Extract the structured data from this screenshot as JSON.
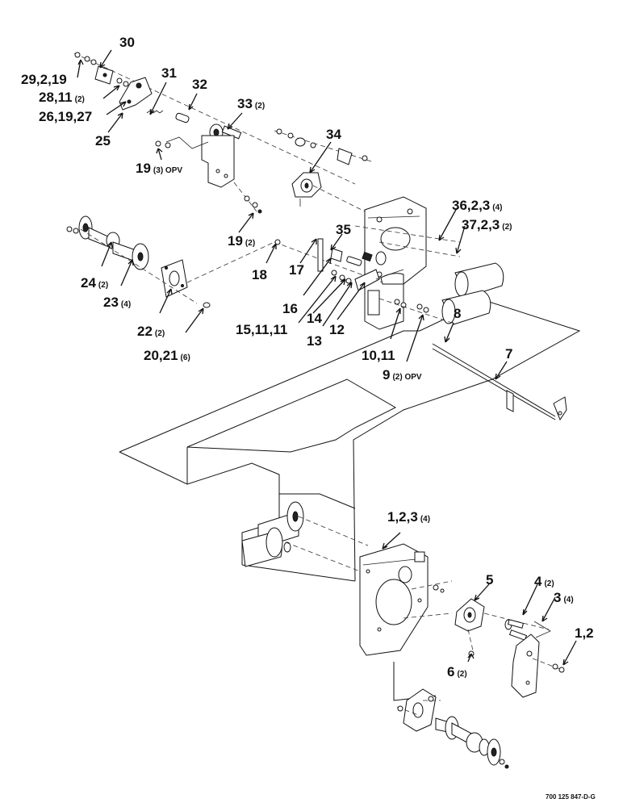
{
  "labels": {
    "l30": {
      "main": "30"
    },
    "l29": {
      "main": "29,2,19"
    },
    "l28": {
      "main": "28,11",
      "sub": "(2)"
    },
    "l26": {
      "main": "26,19,27"
    },
    "l25": {
      "main": "25"
    },
    "l31": {
      "main": "31"
    },
    "l32": {
      "main": "32"
    },
    "l33": {
      "main": "33",
      "sub": "(2)"
    },
    "l19a": {
      "main": "19",
      "sub": "(3) OPV"
    },
    "l34": {
      "main": "34"
    },
    "l36": {
      "main": "36,2,3",
      "sub": "(4)"
    },
    "l37": {
      "main": "37,2,3",
      "sub": "(2)"
    },
    "l19b": {
      "main": "19",
      "sub": "(2)"
    },
    "l35": {
      "main": "35"
    },
    "l24": {
      "main": "24",
      "sub": "(2)"
    },
    "l23": {
      "main": "23",
      "sub": "(4)"
    },
    "l18": {
      "main": "18"
    },
    "l17": {
      "main": "17"
    },
    "l16": {
      "main": "16"
    },
    "l14": {
      "main": "14"
    },
    "l15": {
      "main": "15,11,11"
    },
    "l13": {
      "main": "13"
    },
    "l12": {
      "main": "12"
    },
    "l22": {
      "main": "22",
      "sub": "(2)"
    },
    "l20": {
      "main": "20,21",
      "sub": "(6)"
    },
    "l8": {
      "main": "8"
    },
    "l10": {
      "main": "10,11"
    },
    "l7": {
      "main": "7"
    },
    "l9": {
      "main": "9",
      "sub": "(2) OPV"
    },
    "l1a": {
      "main": "1,2,3",
      "sub": "(4)"
    },
    "l5": {
      "main": "5"
    },
    "l4": {
      "main": "4",
      "sub": "(2)"
    },
    "l3": {
      "main": "3",
      "sub": "(4)"
    },
    "l1b": {
      "main": "1,2"
    },
    "l6": {
      "main": "6",
      "sub": "(2)"
    }
  },
  "drawing_ref": "700 125 847-D-G"
}
